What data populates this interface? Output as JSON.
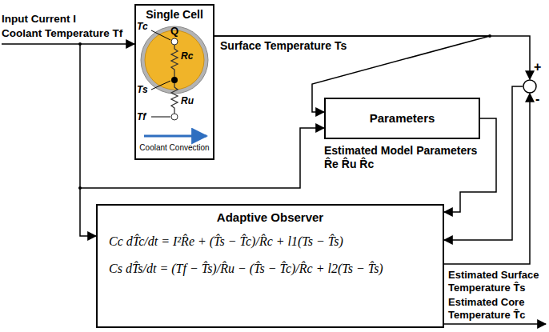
{
  "diagram": {
    "nodes": [
      {
        "text": [
          "Single Cell"
        ]
      },
      {
        "text": [
          "+",
          "-"
        ]
      },
      {
        "text": [
          "Parameters"
        ]
      },
      {
        "text": [
          "Adaptive Observer",
          "Cc dT̂c/dt = I²R̂e + (T̂s − T̂c)/R̂c + l1(Ts − T̂s)",
          "Cs dT̂s/dt = (Tf − T̂s)/R̂u − (T̂s − T̂c)/R̂c + l2(Ts − T̂s)"
        ]
      }
    ],
    "edges": [
      {
        "from": 0,
        "to": 1,
        "arrow": "to"
      },
      {
        "from": 0,
        "to": 2,
        "arrow": "to"
      },
      {
        "from": 2,
        "to": 3,
        "arrow": "to"
      },
      {
        "from": 1,
        "to": 3,
        "arrow": "to"
      },
      {
        "from": 3,
        "to": 1,
        "arrow": "to"
      }
    ],
    "labels": [
      "Input Current I",
      "Coolant Temperature Tf",
      "Q",
      "Tc",
      "Rc",
      "Ts",
      "Ru",
      "Tf",
      "Coolant Convection",
      "Surface Temperature Ts",
      "Estimated Model Parameters R̂e R̂u R̂c",
      "Estimated Surface Temperature T̂s",
      "Estimated Core Temperature T̂c"
    ]
  }
}
